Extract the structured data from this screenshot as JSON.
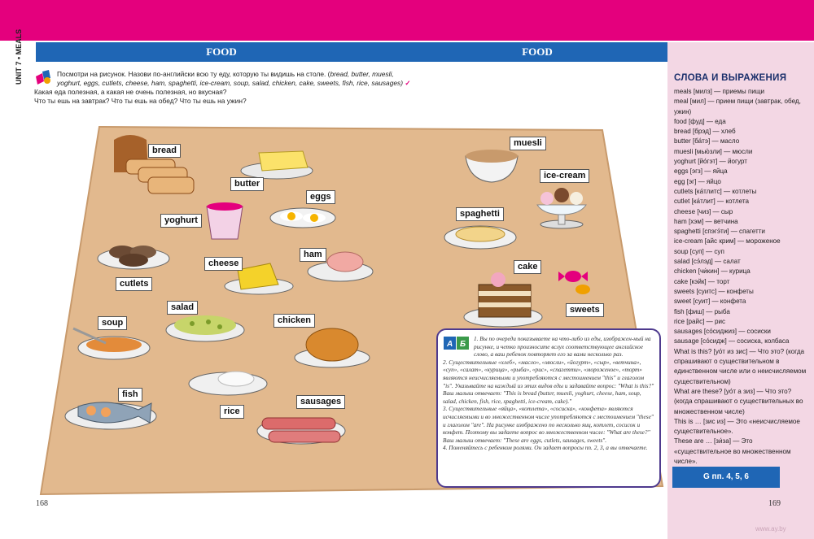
{
  "header": {
    "left_title": "FOOD",
    "right_title": "FOOD",
    "unit_tab": "UNIT 7 • MEALS"
  },
  "instructions": {
    "line1": "Посмотри на рисунок. Назови по-английски всю ту еду, которую ты видишь на столе. (",
    "line1_italic": "bread, butter, muesli,",
    "line2_italic": "yoghurt, eggs, cutlets, cheese, ham, spaghetti, ice-cream, soup, salad, chicken, cake, sweets, fish, rice, sausages)",
    "check": "✓",
    "line3": "Какая еда полезная, а какая не очень полезная, но вкусная?",
    "line4": "Что ты ешь на завтрак? Что ты ешь на обед? Что ты ешь на ужин?"
  },
  "food_labels": {
    "bread": "bread",
    "butter": "butter",
    "eggs": "eggs",
    "yoghurt": "yoghurt",
    "cutlets": "cutlets",
    "cheese": "cheese",
    "ham": "ham",
    "salad": "salad",
    "soup": "soup",
    "chicken": "chicken",
    "fish": "fish",
    "rice": "rice",
    "sausages": "sausages",
    "muesli": "muesli",
    "ice_cream": "ice-cream",
    "spaghetti": "spaghetti",
    "cake": "cake",
    "sweets": "sweets"
  },
  "notes": {
    "p1": "1. Вы по очереди показываете на что-либо из еды, изображен-ный на рисунке, и четко произносите вслух соответствующее английское слово, а ваш ребенок повторяет его за вами несколько раз.",
    "p2": "2. Существительные «хлеб», «масло», «мюсли», «йогурт», «сыр», «ветчина», «суп», «салат», «курица», «рыба», «рис», «спагетти», «мороженое», «торт» являются неисчисляемыми и употребляются с местоимением \"this\" и глаголом \"is\". Указывайте на каждый из этих видов еды и задавайте вопрос: \"What is this?\" Ваш малыш отвечает: \"This is bread (butter, muesli, yoghurt, cheese, ham, soup, salad, chicken, fish, rice, spaghetti, ice-cream, cake).\"",
    "p3": "3. Существительные «яйца», «котлета», «сосиска», «конфета» являются исчисляемыми и во множественном числе употребляются с местоимением \"these\" и глаголом \"are\". На рисунке изображено по несколько яиц, котлет, сосисок и конфет. Поэтому вы задаете вопрос во множественном числе: \"What are these?\" Ваш малыш отвечает: \"These are eggs, cutlets, sausages, sweets\".",
    "p4": "4. Поменяйтесь с ребенком ролями. Он задает вопросы пп. 2, 3, а вы отвечаете."
  },
  "vocab": {
    "title": "СЛОВА И ВЫРАЖЕНИЯ",
    "items": [
      "meals [милз] — приемы пищи",
      "meal [мил] — прием пищи (завтрак, обед, ужин)",
      "food [фуд] — еда",
      "bread [брэд] — хлеб",
      "butter [ба́тэ] — масло",
      "muesli [мью́зли] — мюсли",
      "yoghurt [йо́гэт] — йогурт",
      "eggs [эгз] — яйца",
      "egg [эг] — яйцо",
      "cutlets [ка́тлитс] — котлеты",
      "cutlet [ка́тлит] — котлета",
      "cheese [чиз] — сыр",
      "ham [хэм] — ветчина",
      "spaghetti [спэгэ́ти] — спагетти",
      "ice-cream [айс крим] — мороженое",
      "soup [суп] — суп",
      "salad [сэ́лэд] — салат",
      "chicken [чи́кин] — курица",
      "cake [кэйк] — торт",
      "sweets [суитс] — конфеты",
      "sweet [суит] — конфета",
      "fish [фиш] — рыба",
      "rice [райс] — рис",
      "sausages [со́сиджиз] — сосиски",
      "sausage [со́сидж] — сосиска, колбаса",
      "What is this? [уо́т из зис] — Что это? (когда спрашивают о существительном в единственном числе или о неисчисляемом существительном)",
      "What are these? [уо́т а зиз] — Что это? (когда спрашивают о существительных во множественном числе)",
      "This is … [зис из] — Это «неисчисляемое существительное».",
      "These are … [зи́за] — Это «существительное во множественном числе»."
    ],
    "grammar_ref": "G пп. 4, 5, 6"
  },
  "page_numbers": {
    "left": "168",
    "right": "169"
  },
  "watermark": "www.ay.by",
  "colors": {
    "magenta": "#e4007d",
    "blue": "#1f66b5",
    "table": "#e2b98e",
    "panel": "#f3d7e4"
  }
}
